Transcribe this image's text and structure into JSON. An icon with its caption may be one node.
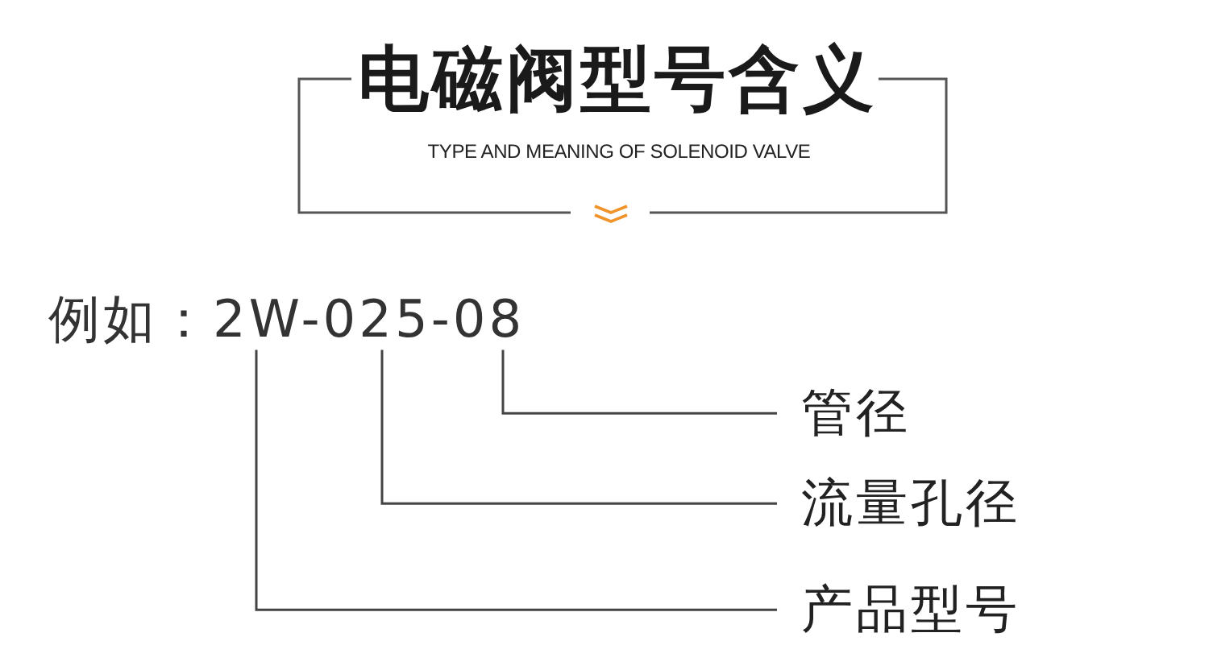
{
  "diagram": {
    "title": "电磁阀型号含义",
    "nodes": [
      {
        "text": [
          "例如：2W-025-08"
        ]
      },
      {
        "text": [
          "管径"
        ]
      },
      {
        "text": [
          "流量孔径"
        ]
      },
      {
        "text": [
          "产品型号"
        ]
      }
    ],
    "edges": [
      {
        "from": 1,
        "to": 0,
        "arrow": "none"
      },
      {
        "from": 2,
        "to": 0,
        "arrow": "none"
      },
      {
        "from": 3,
        "to": 0,
        "arrow": "none"
      }
    ],
    "labels": [
      "TYPE AND MEANING OF SOLENOID VALVE"
    ]
  }
}
